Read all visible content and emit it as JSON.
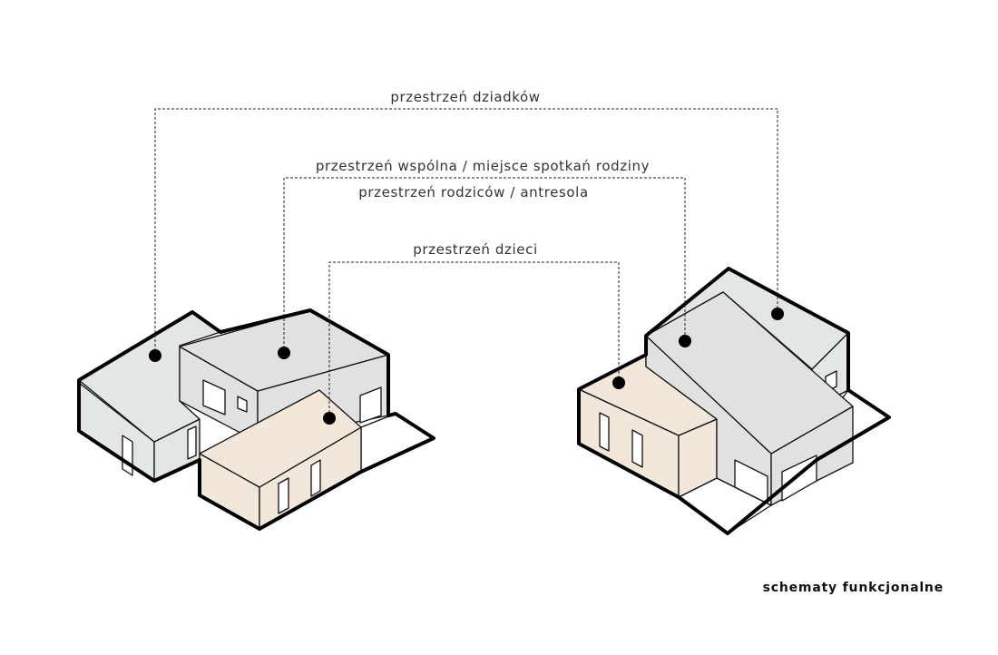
{
  "labels": {
    "grandparents": "przestrzeń dziadków",
    "common": "przestrzeń wspólna / miejsce spotkań rodziny",
    "parents": "przestrzeń rodziców / antresola",
    "children": "przestrzeń dzieci"
  },
  "caption": "schematy funkcjonalne",
  "colors": {
    "grandparents_zone": "#e3e7e3",
    "common_zone": "#e1e1e1",
    "children_zone": "#f2e7db",
    "outline": "#000000",
    "leader_line": "#222222"
  }
}
